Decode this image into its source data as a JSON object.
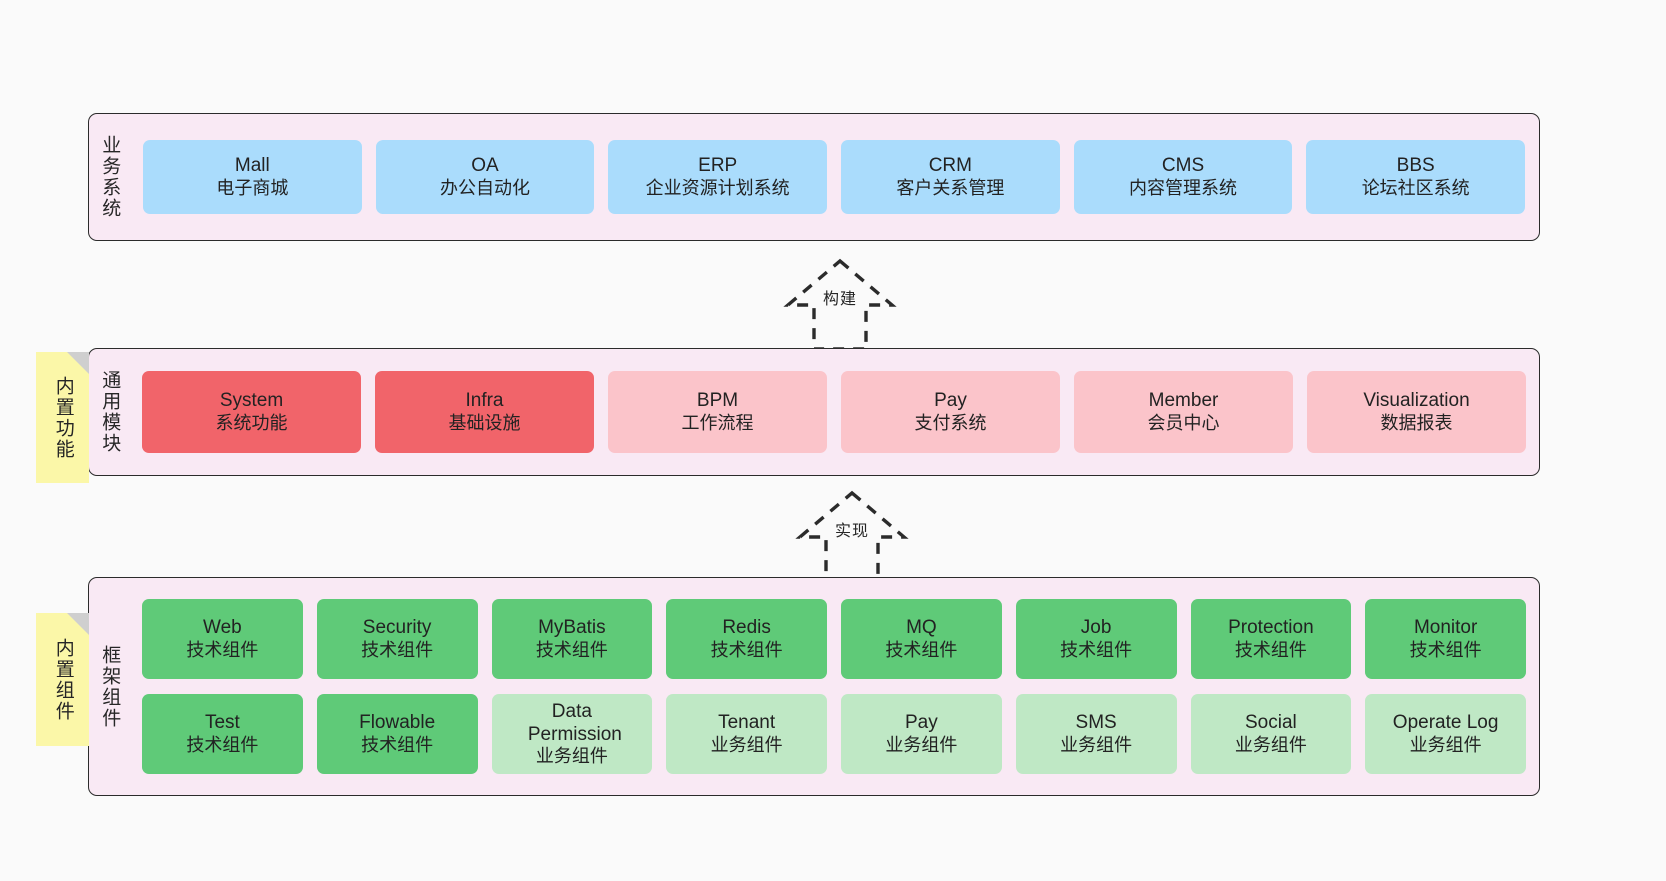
{
  "diagram": {
    "background_color": "#fafafa",
    "layer_fill": "#f9e9f4",
    "layer_border": "#2b2b2b",
    "note_fill": "#fbf7a8",
    "note_fold": "#cfcfcf"
  },
  "layers": [
    {
      "id": "business",
      "title": "业务系统",
      "card_color": "#aadcfc",
      "rows": [
        {
          "cards": [
            {
              "name": "Mall",
              "desc": "电子商城",
              "color": "#aadcfc"
            },
            {
              "name": "OA",
              "desc": "办公自动化",
              "color": "#aadcfc"
            },
            {
              "name": "ERP",
              "desc": "企业资源计划系统",
              "color": "#aadcfc"
            },
            {
              "name": "CRM",
              "desc": "客户关系管理",
              "color": "#aadcfc"
            },
            {
              "name": "CMS",
              "desc": "内容管理系统",
              "color": "#aadcfc"
            },
            {
              "name": "BBS",
              "desc": "论坛社区系统",
              "color": "#aadcfc"
            }
          ]
        }
      ]
    },
    {
      "id": "common",
      "title": "通用模块",
      "note": "内置功能",
      "rows": [
        {
          "cards": [
            {
              "name": "System",
              "desc": "系统功能",
              "color": "#f1646a"
            },
            {
              "name": "Infra",
              "desc": "基础设施",
              "color": "#f1646a"
            },
            {
              "name": "BPM",
              "desc": "工作流程",
              "color": "#fbc4ca"
            },
            {
              "name": "Pay",
              "desc": "支付系统",
              "color": "#fbc4ca"
            },
            {
              "name": "Member",
              "desc": "会员中心",
              "color": "#fbc4ca"
            },
            {
              "name": "Visualization",
              "desc": "数据报表",
              "color": "#fbc4ca"
            }
          ]
        }
      ]
    },
    {
      "id": "framework",
      "title": "框架组件",
      "note": "内置组件",
      "rows": [
        {
          "cards": [
            {
              "name": "Web",
              "desc": "技术组件",
              "color": "#5fca78"
            },
            {
              "name": "Security",
              "desc": "技术组件",
              "color": "#5fca78"
            },
            {
              "name": "MyBatis",
              "desc": "技术组件",
              "color": "#5fca78"
            },
            {
              "name": "Redis",
              "desc": "技术组件",
              "color": "#5fca78"
            },
            {
              "name": "MQ",
              "desc": "技术组件",
              "color": "#5fca78"
            },
            {
              "name": "Job",
              "desc": "技术组件",
              "color": "#5fca78"
            },
            {
              "name": "Protection",
              "desc": "技术组件",
              "color": "#5fca78"
            },
            {
              "name": "Monitor",
              "desc": "技术组件",
              "color": "#5fca78"
            }
          ]
        },
        {
          "cards": [
            {
              "name": "Test",
              "desc": "技术组件",
              "color": "#5fca78"
            },
            {
              "name": "Flowable",
              "desc": "技术组件",
              "color": "#5fca78"
            },
            {
              "name": "Data Permission",
              "desc": "业务组件",
              "color": "#bfe8c5"
            },
            {
              "name": "Tenant",
              "desc": "业务组件",
              "color": "#bfe8c5"
            },
            {
              "name": "Pay",
              "desc": "业务组件",
              "color": "#bfe8c5"
            },
            {
              "name": "SMS",
              "desc": "业务组件",
              "color": "#bfe8c5"
            },
            {
              "name": "Social",
              "desc": "业务组件",
              "color": "#bfe8c5"
            },
            {
              "name": "Operate Log",
              "desc": "业务组件",
              "color": "#bfe8c5"
            }
          ]
        }
      ]
    }
  ],
  "arrows": [
    {
      "id": "build",
      "label": "构建",
      "style": "dashed-hollow-triangle",
      "direction": "up"
    },
    {
      "id": "realize",
      "label": "实现",
      "style": "dashed-hollow-triangle",
      "direction": "up"
    }
  ]
}
